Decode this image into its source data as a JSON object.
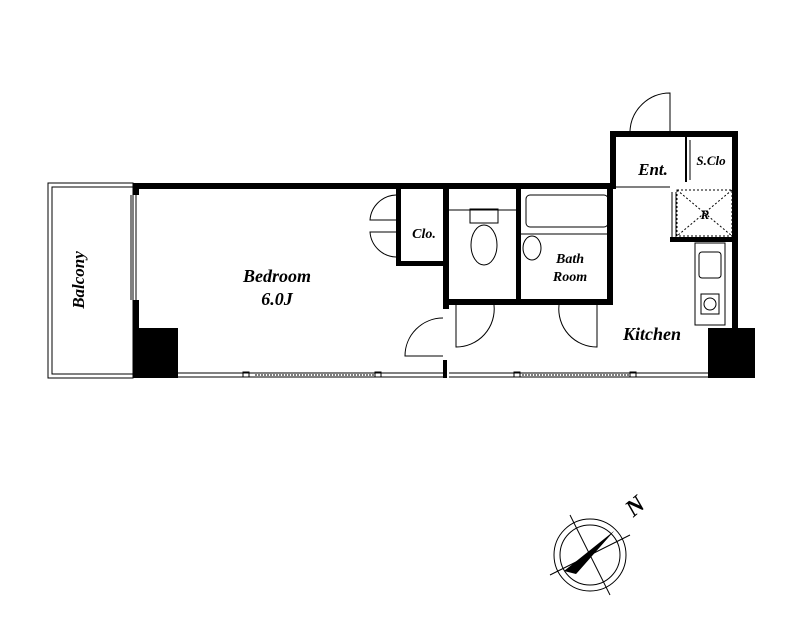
{
  "rooms": {
    "balcony": "Balcony",
    "bedroom": "Bedroom",
    "bedroom_size": "6.0J",
    "closet": "Clo.",
    "bath_line1": "Bath",
    "bath_line2": "Room",
    "kitchen": "Kitchen",
    "entrance": "Ent.",
    "shoe_closet": "S.Clo",
    "refrigerator": "R"
  },
  "compass": {
    "north_label": "N"
  },
  "colors": {
    "wall": "#000000",
    "background": "#ffffff"
  }
}
